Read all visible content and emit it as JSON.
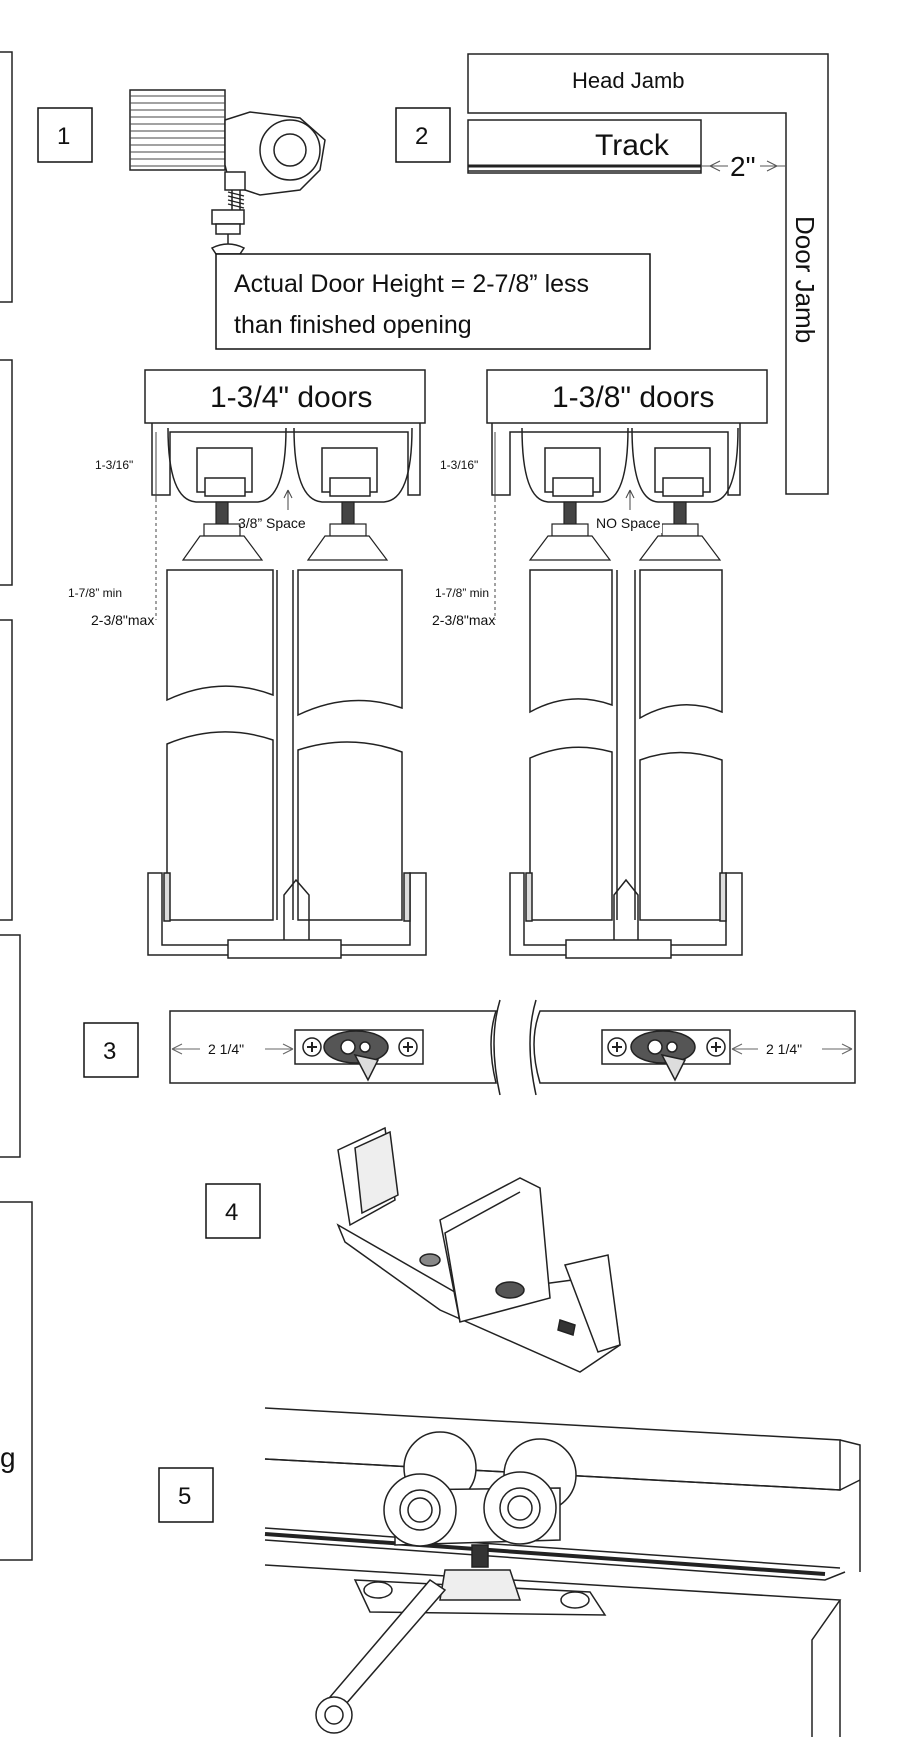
{
  "steps": [
    "1",
    "2",
    "3",
    "4",
    "5"
  ],
  "labels": {
    "head_jamb": "Head Jamb",
    "track": "Track",
    "clearance": "2\"",
    "door_jamb": "Door Jamb",
    "note_line1": "Actual Door Height = 2-7/8” less",
    "note_line2": "than finished opening",
    "door_175": "1-3/4\" doors",
    "door_1375": "1-3/8\" doors",
    "track_height_left": "1-3/16\"",
    "track_height_right": "1-3/16\"",
    "space": "3/8” Space",
    "no_space": "NO Space",
    "min_left": "1-7/8” min",
    "max_left": "2-3/8\"max",
    "min_right": "1-7/8” min",
    "max_right": "2-3/8\"max",
    "offset_left": "2 1/4\"",
    "offset_right": "2 1/4\"",
    "edge_glyph": "g"
  },
  "icons": [
    "roller-hanger-icon",
    "floor-guide-icon",
    "track-hanger-assembly-icon",
    "mounting-plate-icon"
  ]
}
